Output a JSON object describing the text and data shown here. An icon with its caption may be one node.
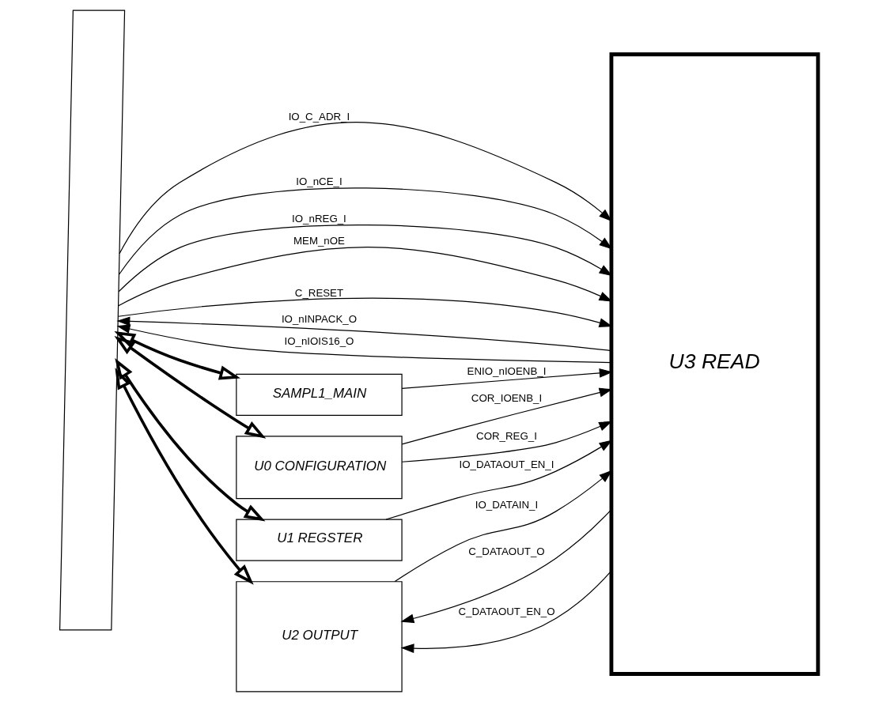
{
  "diagram": {
    "nodes": [
      {
        "text": [],
        "shape": "parallelogram"
      },
      {
        "text": [
          "U3 READ"
        ]
      },
      {
        "text": [
          "SAMPL1_MAIN"
        ]
      },
      {
        "text": [
          "U0 CONFIGURATION"
        ]
      },
      {
        "text": [
          "U1 REGSTER"
        ]
      },
      {
        "text": [
          "U2 OUTPUT"
        ]
      }
    ],
    "edges": [
      {
        "from": 0,
        "to": 1,
        "arrow": "to",
        "label": "IO_C_ADR_I"
      },
      {
        "from": 0,
        "to": 1,
        "arrow": "to",
        "label": "IO_nCE_I"
      },
      {
        "from": 0,
        "to": 1,
        "arrow": "to",
        "label": "IO_nREG_I"
      },
      {
        "from": 0,
        "to": 1,
        "arrow": "to",
        "label": "MEM_nOE"
      },
      {
        "from": 0,
        "to": 1,
        "arrow": "to",
        "label": "C_RESET"
      },
      {
        "from": 1,
        "to": 0,
        "arrow": "to",
        "label": "IO_nINPACK_O"
      },
      {
        "from": 1,
        "to": 0,
        "arrow": "to",
        "label": "IO_nIOIS16_O"
      },
      {
        "from": 0,
        "to": 2,
        "arrow": "both",
        "style": "thick"
      },
      {
        "from": 2,
        "to": 1,
        "arrow": "to",
        "label": "ENIO_nIOENB_I"
      },
      {
        "from": 0,
        "to": 3,
        "arrow": "both",
        "style": "thick"
      },
      {
        "from": 3,
        "to": 1,
        "arrow": "to",
        "label": "COR_IOENB_I"
      },
      {
        "from": 3,
        "to": 1,
        "arrow": "to",
        "label": "COR_REG_I"
      },
      {
        "from": 0,
        "to": 4,
        "arrow": "both",
        "style": "thick"
      },
      {
        "from": 4,
        "to": 1,
        "arrow": "to",
        "label": "IO_DATAOUT_EN_I"
      },
      {
        "from": 0,
        "to": 5,
        "arrow": "both",
        "style": "thick"
      },
      {
        "from": 5,
        "to": 1,
        "arrow": "to",
        "label": "IO_DATAIN_I"
      },
      {
        "from": 1,
        "to": 5,
        "arrow": "to",
        "label": "C_DATAOUT_O"
      },
      {
        "from": 1,
        "to": 5,
        "arrow": "to",
        "label": "C_DATAOUT_EN_O"
      }
    ]
  }
}
